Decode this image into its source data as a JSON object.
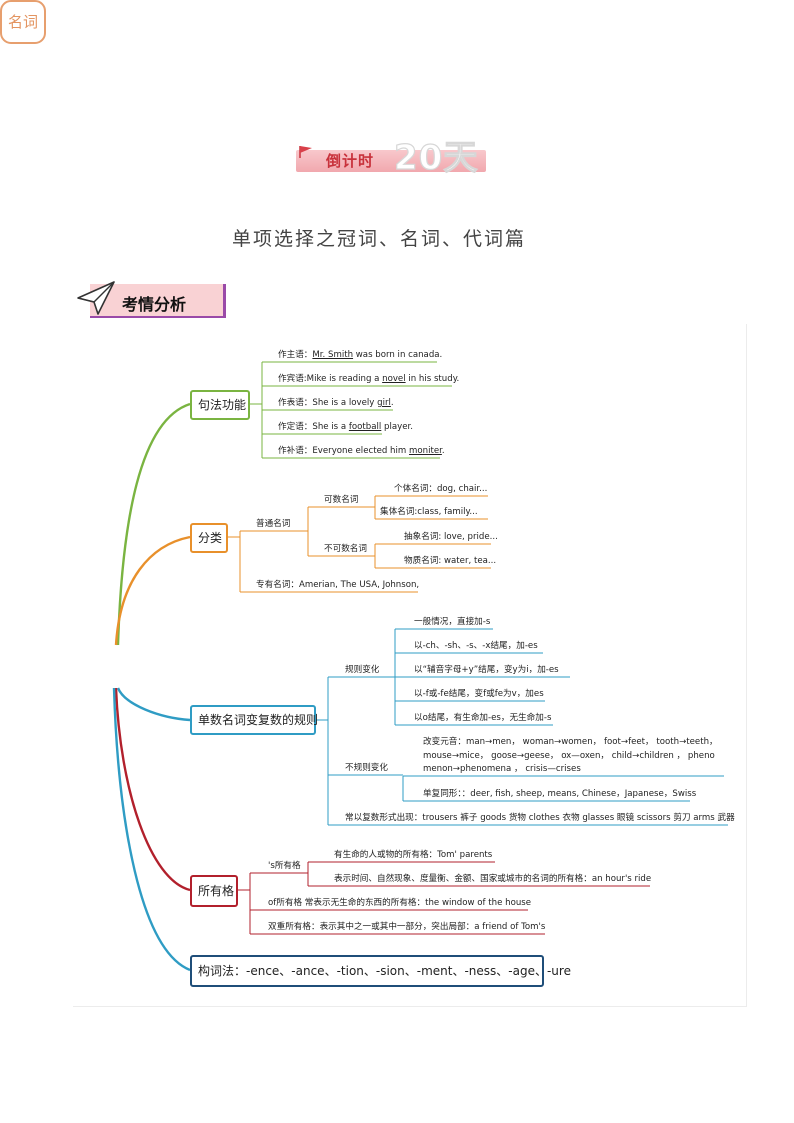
{
  "header": {
    "banner_text": "倒计时",
    "banner_days": "20天",
    "subtitle": "单项选择之冠词、名词、代词篇"
  },
  "section": {
    "title": "考情分析",
    "icon": "paper-plane-icon"
  },
  "colors": {
    "green": "#7ab441",
    "orange": "#e8902b",
    "teal": "#2f9cc4",
    "red": "#b2202c",
    "navy": "#1f4e79",
    "root": "#e79f6e"
  },
  "mindmap": {
    "root": "名词",
    "syntax": {
      "label": "句法功能",
      "items": [
        {
          "pre": "作主语：",
          "u": "Mr. Smith",
          "post": " was born in canada."
        },
        {
          "pre": "作宾语:Mike is reading a ",
          "u": "novel",
          "post": " in his study."
        },
        {
          "pre": "作表语：She is a lovely ",
          "u": "girl",
          "post": "."
        },
        {
          "pre": "作定语：She is a ",
          "u": "football",
          "post": " player."
        },
        {
          "pre": "作补语：Everyone elected him ",
          "u": "moniter",
          "post": "."
        }
      ]
    },
    "classification": {
      "label": "分类",
      "common": "普通名词",
      "countable": "可数名词",
      "individual": "个体名词：dog, chair...",
      "collective": "集体名词:class, family...",
      "uncountable": "不可数名词",
      "abstract": "抽象名词: love, pride...",
      "material": "物质名词: water, tea...",
      "proper": "专有名词：Amerian, The USA, Johnson,"
    },
    "plural": {
      "label": "单数名词变复数的规则",
      "regular": "规则变化",
      "regular_items": [
        "一般情况，直接加-s",
        "以-ch、-sh、-s、-x结尾，加-es",
        "以“辅音字母+y”结尾，变y为i，加-es",
        "以-f或-fe结尾，变f或fe为v，加es",
        "以o结尾，有生命加-es，无生命加-s"
      ],
      "irregular": "不规则变化",
      "vowel_change_1": "改变元音：man→men， woman→women， foot→feet， tooth→teeth，",
      "vowel_change_2": "mouse→mice， goose→geese， ox—oxen， child→children ， pheno",
      "vowel_change_3": "menon→phenomena ， crisis—crises",
      "same_form": "单复同形：：deer, fish, sheep, means, Chinese，Japanese，Swiss",
      "plural_only": "常以复数形式出现：trousers 裤子 goods 货物 clothes 衣物 glasses 眼镜 scissors 剪刀 arms 武器"
    },
    "possessive": {
      "label": "所有格",
      "s_form": "'s所有格",
      "animate": "有生命的人或物的所有格：Tom' parents",
      "time": "表示时间、自然现象、度量衡、金额、国家或城市的名词的所有格：an hour's ride",
      "of_form": "of所有格 常表示无生命的东西的所有格：the window of the house",
      "double": "双重所有格：表示其中之一或其中一部分，突出局部：a friend of Tom's"
    },
    "word_formation": {
      "label": "构词法：-ence、-ance、-tion、-sion、-ment、-ness、-age、-ure"
    }
  }
}
